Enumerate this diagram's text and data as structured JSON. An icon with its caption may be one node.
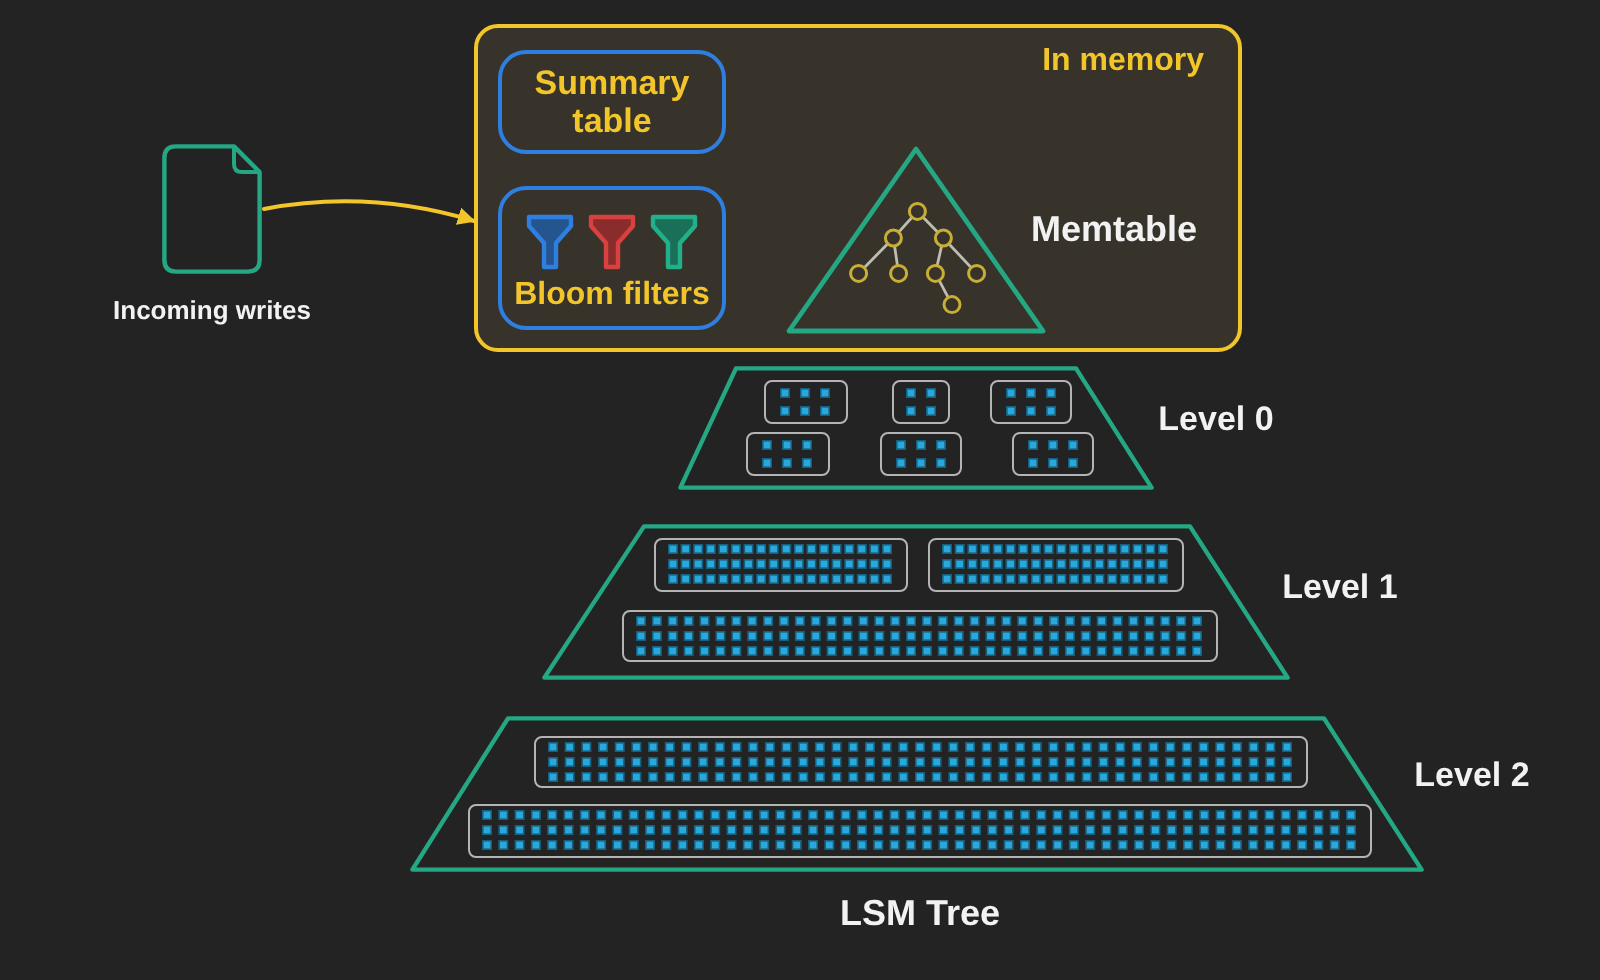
{
  "diagram": {
    "caption": "LSM Tree",
    "nodes": [
      {
        "text": [],
        "shape": "document",
        "beside": [
          "Incoming writes"
        ]
      },
      {
        "text": [
          "In memory"
        ]
      },
      {
        "text": [
          "Summary table"
        ],
        "in": 1
      },
      {
        "text": [
          "Bloom filters"
        ],
        "in": 1
      },
      {
        "text": [],
        "shape": "triangle",
        "in": 1,
        "beside": [
          "Memtable"
        ]
      },
      {
        "text": [],
        "shape": "trapezoid",
        "beside": [
          "Level 0"
        ]
      },
      {
        "text": [],
        "shape": "box",
        "in": 5
      },
      {
        "text": [],
        "shape": "box",
        "in": 5
      },
      {
        "text": [],
        "shape": "box",
        "in": 5
      },
      {
        "text": [],
        "shape": "box",
        "in": 5
      },
      {
        "text": [],
        "shape": "box",
        "in": 5
      },
      {
        "text": [],
        "shape": "box",
        "in": 5
      },
      {
        "text": [],
        "shape": "trapezoid",
        "beside": [
          "Level 1"
        ]
      },
      {
        "text": [],
        "shape": "box",
        "in": 12
      },
      {
        "text": [],
        "shape": "box",
        "in": 12
      },
      {
        "text": [],
        "shape": "box",
        "in": 12
      },
      {
        "text": [],
        "shape": "trapezoid",
        "beside": [
          "Level 2"
        ]
      },
      {
        "text": [],
        "shape": "box",
        "in": 16
      },
      {
        "text": [],
        "shape": "box",
        "in": 16
      }
    ],
    "edges": [
      {
        "from": 0,
        "to": 1,
        "arrow": "to"
      }
    ]
  }
}
